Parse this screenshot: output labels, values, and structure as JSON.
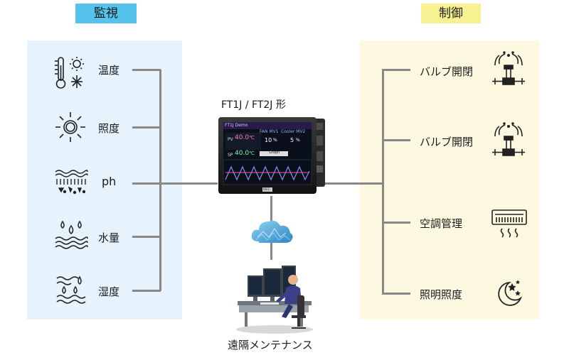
{
  "monitor": {
    "title": "監視",
    "items": [
      {
        "label": "温度",
        "icon": "thermometer-sun-snow-icon"
      },
      {
        "label": "照度",
        "icon": "sun-icon"
      },
      {
        "label": "ph",
        "icon": "soil-icon"
      },
      {
        "label": "水量",
        "icon": "water-drops-icon"
      },
      {
        "label": "湿度",
        "icon": "humidity-icon"
      }
    ]
  },
  "control": {
    "title": "制御",
    "items": [
      {
        "label": "バルブ開閉",
        "icon": "sprinkler-valve-icon"
      },
      {
        "label": "バルブ開閉",
        "icon": "sprinkler-valve-icon"
      },
      {
        "label": "空調管理",
        "icon": "air-conditioner-icon"
      },
      {
        "label": "照明照度",
        "icon": "moon-stars-icon"
      }
    ]
  },
  "device": {
    "title": "FT1J / FT2J 形",
    "screen": {
      "header": "FT1J Demo",
      "pv_label": "PV",
      "pv_value": "40.0",
      "sp_label": "SP",
      "sp_value": "40.0",
      "unit": "℃",
      "fan_label": "FAN MV1",
      "fan_value": "10",
      "cooler_label": "Cooler MV2",
      "cooler_value": "5",
      "percent": "%",
      "graph_button": "Graph"
    },
    "brand": "IDEC"
  },
  "remote": {
    "label": "遠隔メンテナンス"
  },
  "colors": {
    "monitor_panel": "#e6f3fc",
    "monitor_tag": "#56c3ec",
    "control_panel": "#fdf9e1",
    "control_tag": "#f8f192",
    "connector": "#888888",
    "cloud": "#4aa8d8"
  }
}
